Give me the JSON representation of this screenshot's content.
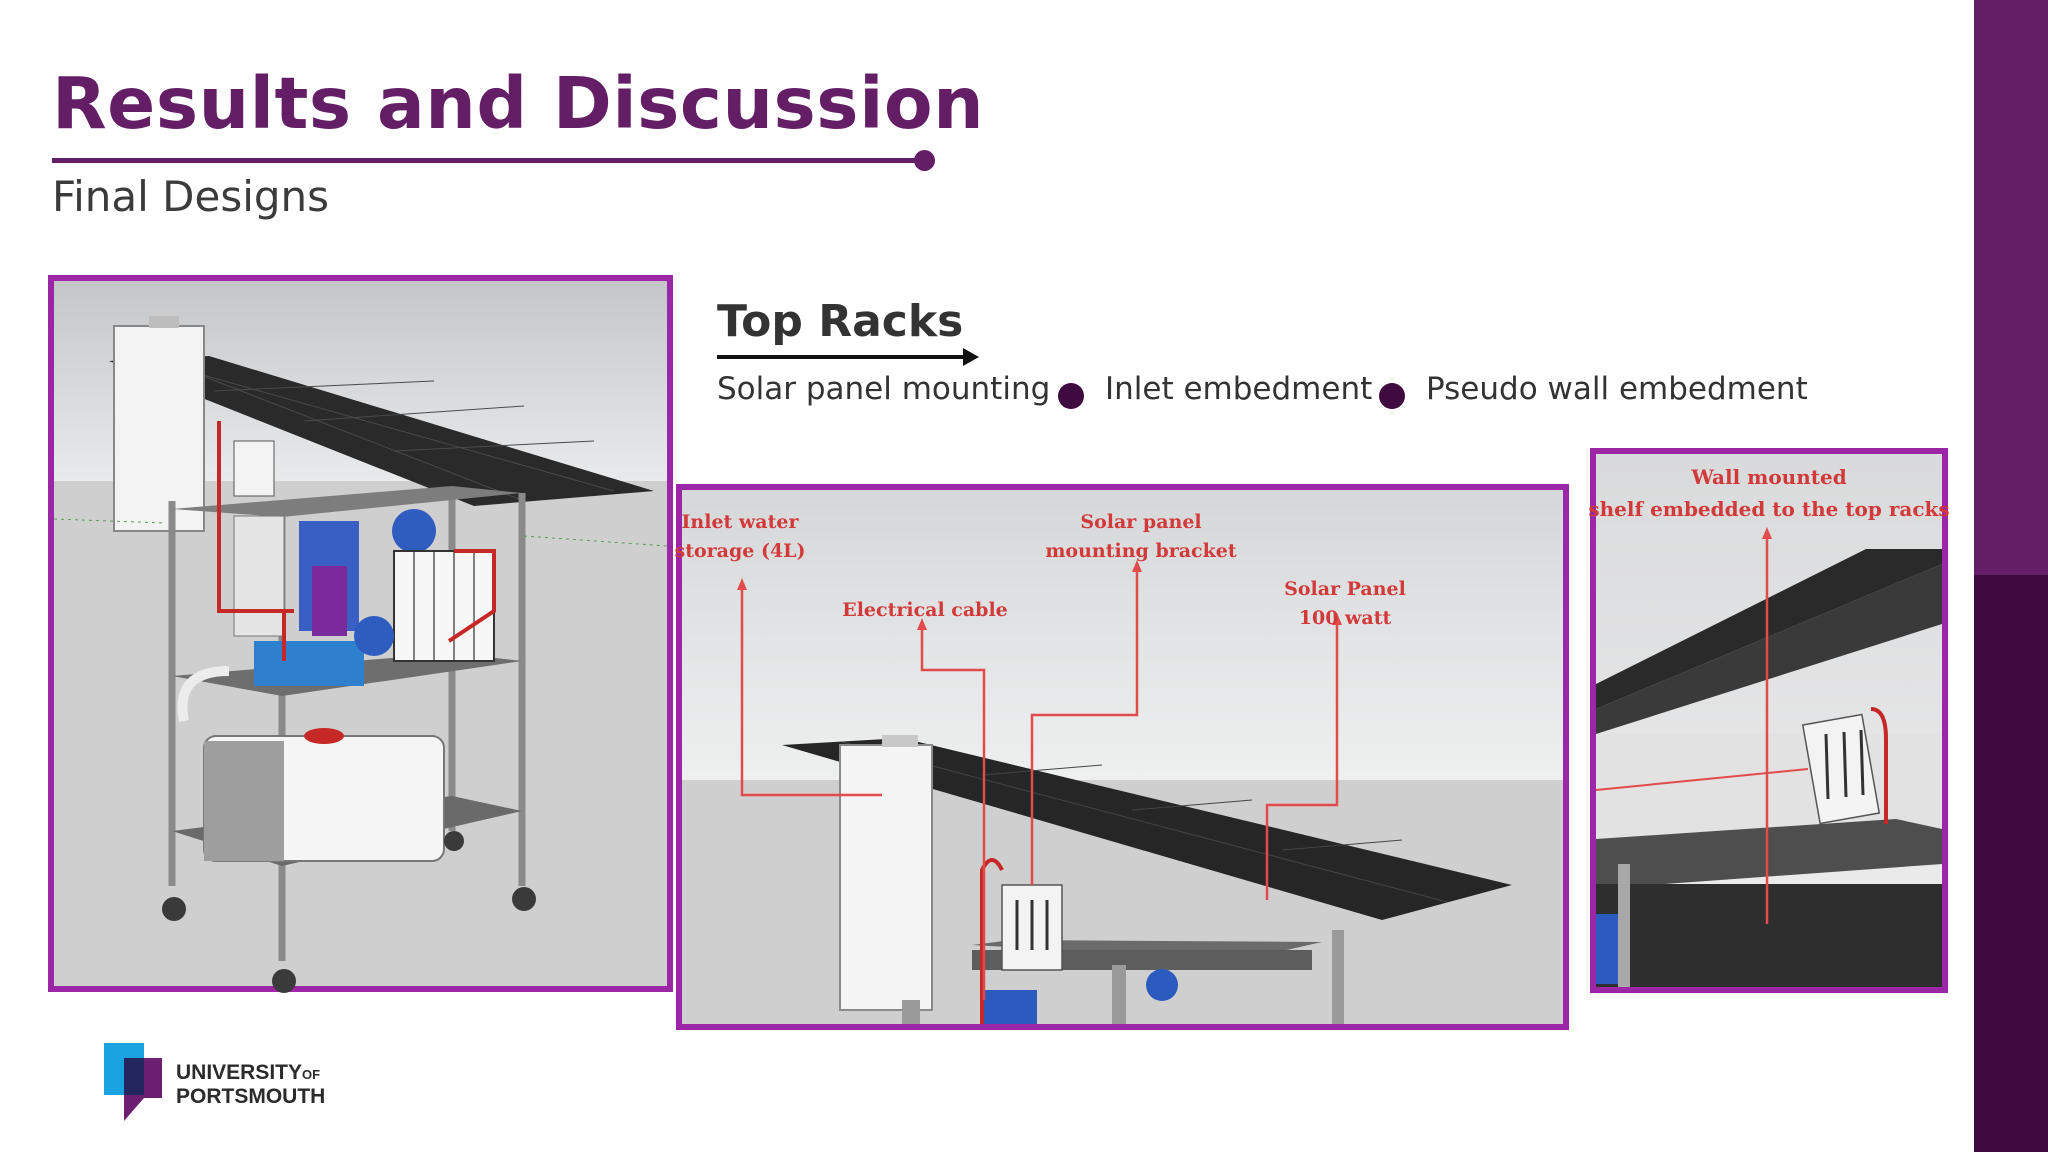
{
  "slide": {
    "title": "Results and Discussion",
    "subtitle": "Final Designs",
    "accent_color": "#641e66",
    "frame_color": "#9c27a6",
    "callout_color": "#d23a3a"
  },
  "section": {
    "heading": "Top Racks",
    "bullets": [
      "Solar panel mounting",
      "Inlet embedment",
      "Pseudo wall embedment"
    ]
  },
  "figures": {
    "left": {
      "icon": "solar-cart-3d-render"
    },
    "middle": {
      "icon": "top-rack-closeup-render",
      "callouts": {
        "inlet_line1": "Inlet water",
        "inlet_line2": "storage (4L)",
        "cable": "Electrical cable",
        "bracket_line1": "Solar panel",
        "bracket_line2": "mounting bracket",
        "panel_line1": "Solar Panel",
        "panel_line2": "100 watt"
      }
    },
    "right": {
      "icon": "wall-shelf-closeup-render",
      "callouts": {
        "line1": "Wall mounted",
        "line2": "shelf embedded to the top racks"
      }
    }
  },
  "logo": {
    "line1_main": "UNIVERSITY",
    "line1_small": "OF",
    "line2": "PORTSMOUTH",
    "icon": "university-logo-icon"
  }
}
